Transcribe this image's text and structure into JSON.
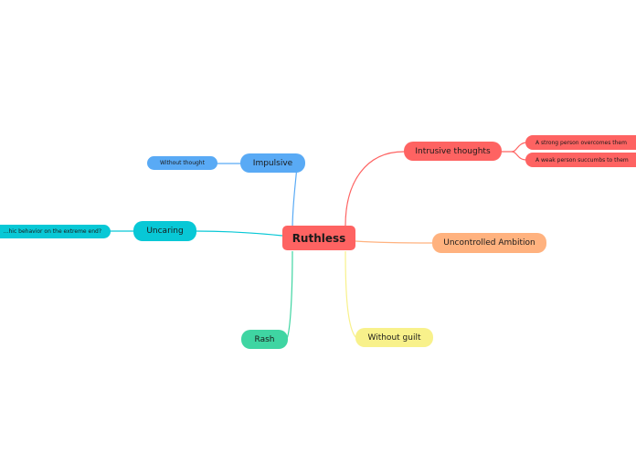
{
  "root": {
    "label": "Ruthless",
    "color": "#fe6362"
  },
  "branches": [
    {
      "label": "Impulsive",
      "color": "#59aaf5",
      "children": [
        {
          "label": "Without thought"
        }
      ]
    },
    {
      "label": "Uncaring",
      "color": "#08c8d6",
      "children": [
        {
          "label": "…hic behavior on the extreme end?"
        }
      ]
    },
    {
      "label": "Rash",
      "color": "#3fd5a2",
      "children": []
    },
    {
      "label": "Intrusive thoughts",
      "color": "#fe6362",
      "children": [
        {
          "label": "A strong person overcomes them"
        },
        {
          "label": "A weak person succumbs to them"
        }
      ]
    },
    {
      "label": "Uncontrolled Ambition",
      "color": "#ffb27f",
      "children": []
    },
    {
      "label": "Without guilt",
      "color": "#f8f18b",
      "children": []
    }
  ]
}
